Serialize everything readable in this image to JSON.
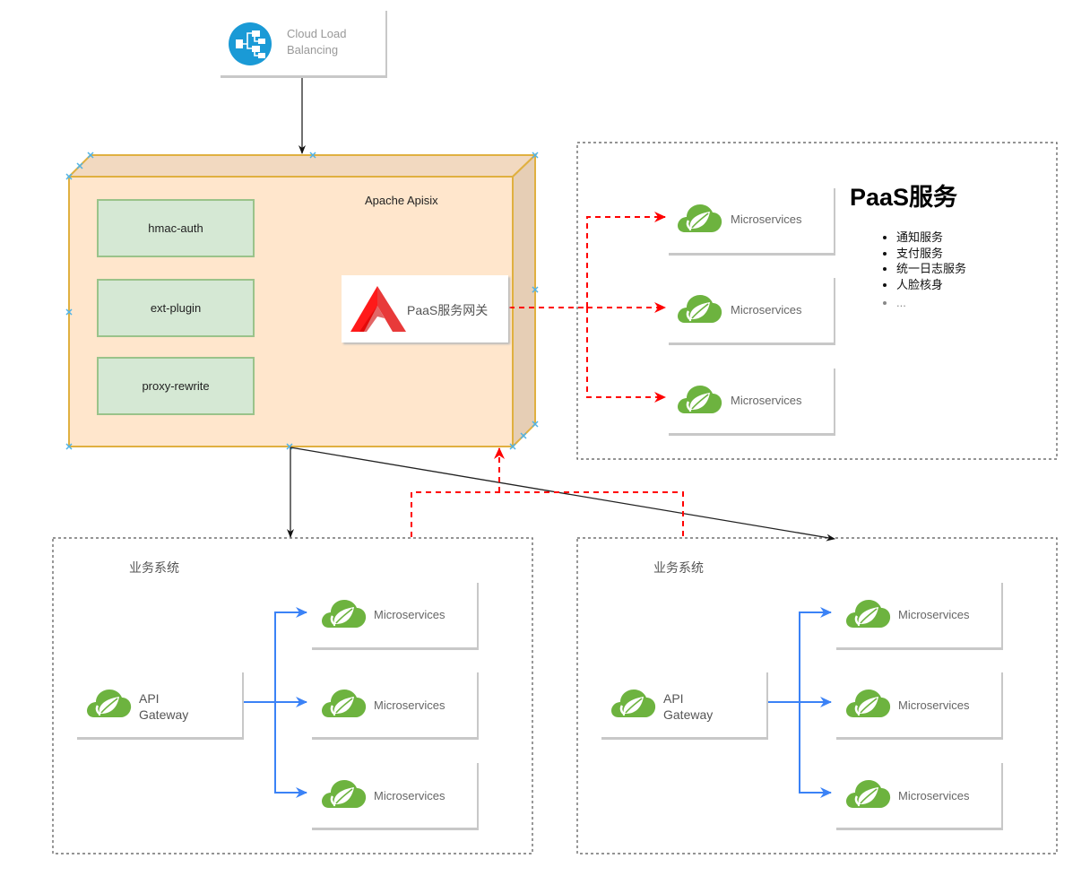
{
  "load_balancer": {
    "label_line1": "Cloud Load",
    "label_line2": "Balancing",
    "icon": "load-balancer-tree-icon",
    "icon_color": "#1a9ad6"
  },
  "apisix": {
    "title": "Apache Apisix",
    "plugins": [
      "hmac-auth",
      "ext-plugin",
      "proxy-rewrite"
    ],
    "gateway_label": "PaaS服务网关",
    "gateway_icon": "apisix-logo-icon",
    "face_color": "#ffe6cc",
    "border_color": "#e0b040"
  },
  "paas": {
    "title": "PaaS服务",
    "services": [
      "Microservices",
      "Microservices",
      "Microservices"
    ],
    "list": [
      "通知服务",
      "支付服务",
      "统一日志服务",
      "人脸核身",
      "..."
    ]
  },
  "business_systems": [
    {
      "title": "业务系统",
      "gateway_line1": "API",
      "gateway_line2": "Gateway",
      "services": [
        "Microservices",
        "Microservices",
        "Microservices"
      ]
    },
    {
      "title": "业务系统",
      "gateway_line1": "API",
      "gateway_line2": "Gateway",
      "services": [
        "Microservices",
        "Microservices",
        "Microservices"
      ]
    }
  ],
  "colors": {
    "spring_green": "#6db33f",
    "blue_arrow": "#3b82f6",
    "red_dashed": "#ff0000",
    "connector_black": "#222222",
    "dashed_border": "#555555",
    "marker_blue": "#4fb3e6"
  }
}
